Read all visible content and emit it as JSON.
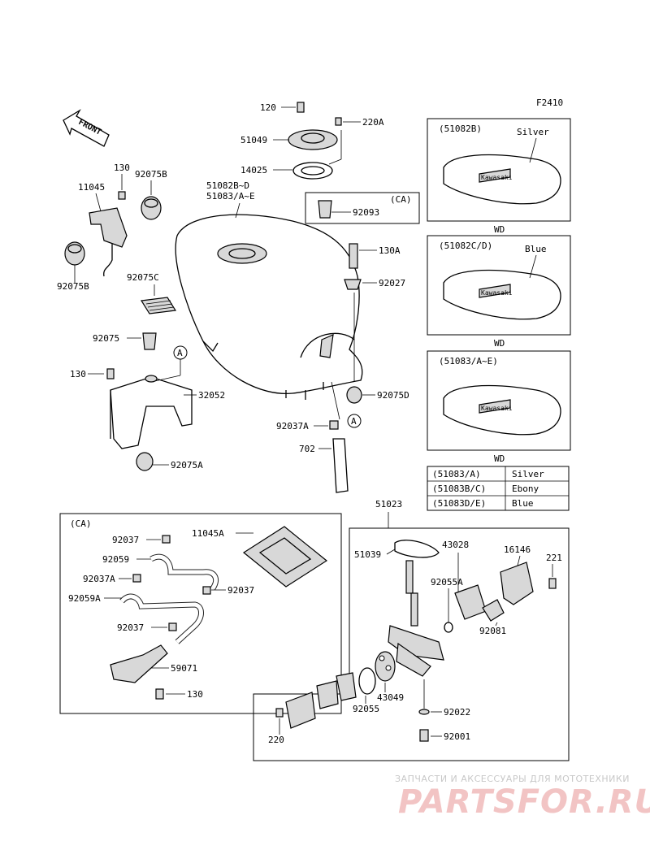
{
  "figure_code": "F2410",
  "front_arrow": "FRONT",
  "labels": {
    "p120": "120",
    "p220A": "220A",
    "p51049": "51049",
    "p14025": "14025",
    "p92093": "92093",
    "pCA_top": "(CA)",
    "p51082_51083": "51082B~D",
    "p51083": "51083/A~E",
    "p130_top": "130",
    "p92075B_top": "92075B",
    "p11045": "11045",
    "p92075B_left": "92075B",
    "p92075C": "92075C",
    "p130A": "130A",
    "p92027": "92027",
    "p92075": "92075",
    "pA1": "A",
    "p130_mid": "130",
    "p32052": "32052",
    "p92075D": "92075D",
    "p92037A_main": "92037A",
    "pA2": "A",
    "p702": "702",
    "p92075A": "92075A",
    "pCA_bottom": "(CA)",
    "p92037_1": "92037",
    "p11045A": "11045A",
    "p92059": "92059",
    "p92037A_ca": "92037A",
    "p92037_2": "92037",
    "p92059A": "92059A",
    "p92037_3": "92037",
    "p59071": "59071",
    "p130_bottom": "130",
    "p51023": "51023",
    "p51039": "51039",
    "p43028": "43028",
    "p16146": "16146",
    "p221": "221",
    "p92055A": "92055A",
    "p92081": "92081",
    "p43049": "43049",
    "p92055": "92055",
    "p92022": "92022",
    "p92001": "92001",
    "p220": "220"
  },
  "variants": [
    {
      "code": "(51082B)",
      "color": "Silver",
      "brand": "Kawasaki",
      "mark": "WD"
    },
    {
      "code": "(51082C/D)",
      "color": "Blue",
      "brand": "Kawasaki",
      "mark": "WD"
    },
    {
      "code": "(51083/A~E)",
      "color": "",
      "brand": "Kawasaki",
      "mark": "WD"
    }
  ],
  "color_table": [
    {
      "code": "(51083/A)",
      "color": "Silver"
    },
    {
      "code": "(51083B/C)",
      "color": "Ebony"
    },
    {
      "code": "(51083D/E)",
      "color": "Blue"
    }
  ],
  "watermark": {
    "line1": "ЗАПЧАСТИ И АКСЕССУАРЫ ДЛЯ МОТОТЕХНИКИ",
    "line2": "PARTSFOR.RU"
  }
}
